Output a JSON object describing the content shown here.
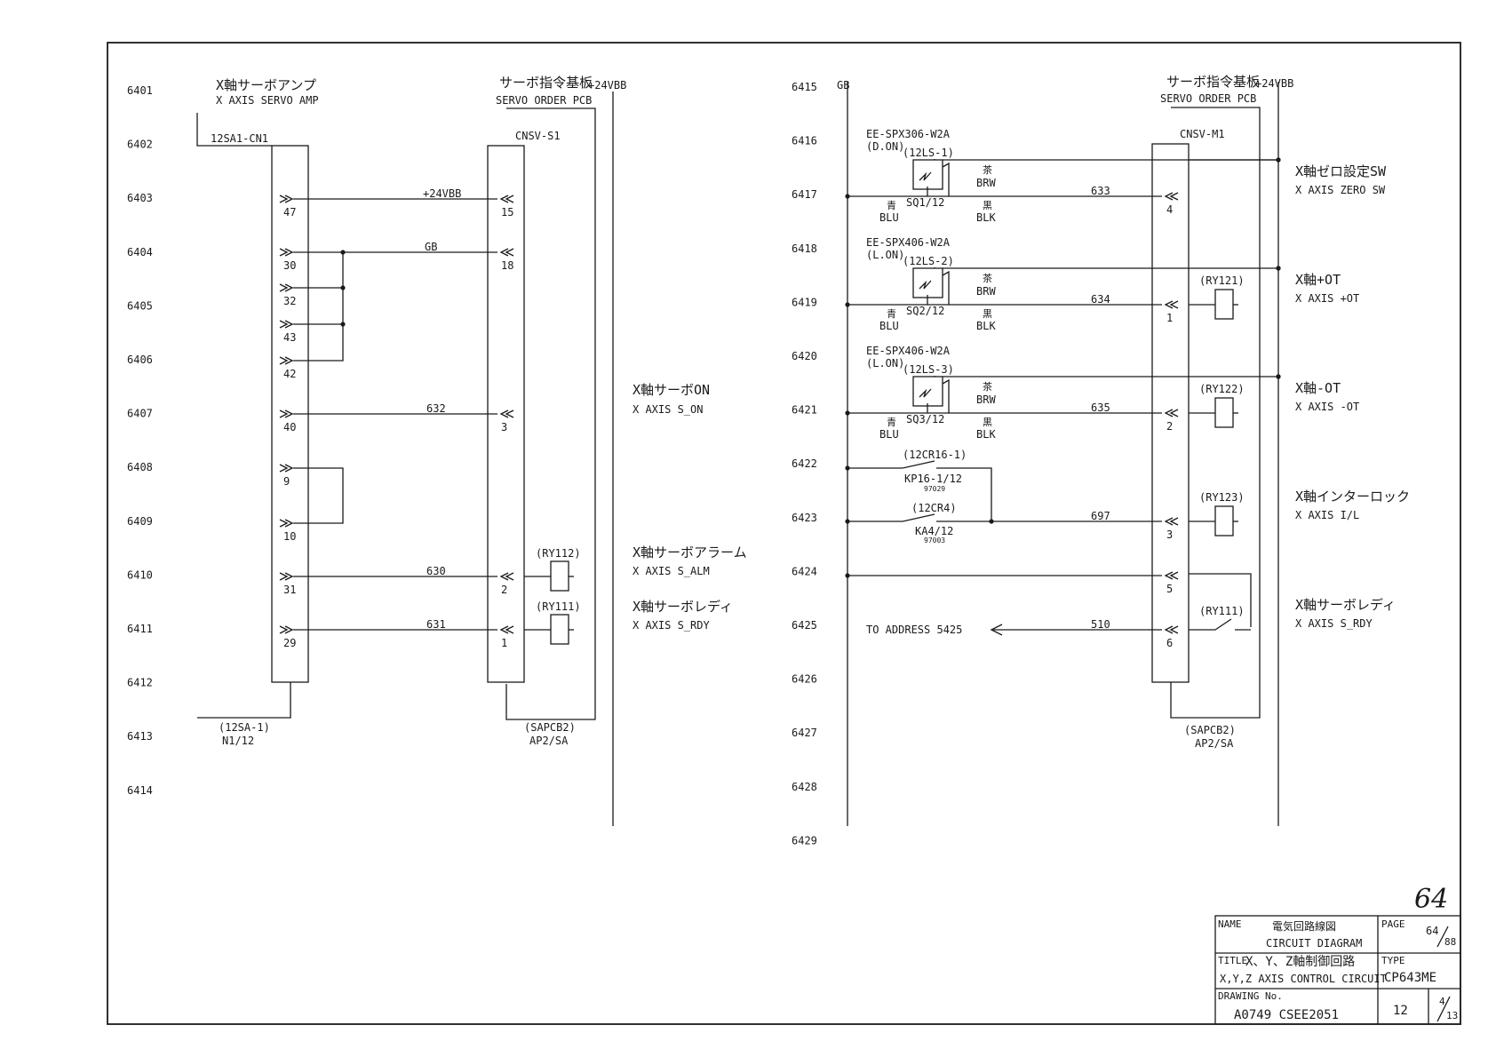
{
  "left": {
    "rows": [
      "6401",
      "6402",
      "6403",
      "6404",
      "6405",
      "6406",
      "6407",
      "6408",
      "6409",
      "6410",
      "6411",
      "6412",
      "6413",
      "6414"
    ],
    "amp_title_jp": "X軸サーボアンプ",
    "amp_title_en": "X AXIS SERVO AMP",
    "amp_connector": "12SA1-CN1",
    "amp_ref_1": "(12SA-1)",
    "amp_ref_2": "N1/12",
    "amp_pins": [
      "47",
      "30",
      "32",
      "43",
      "42",
      "40",
      "9",
      "10",
      "31",
      "29"
    ],
    "pcb_title_jp": "サーボ指令基板",
    "pcb_title_en": "SERVO ORDER PCB",
    "pcb_power": "+24VBB",
    "pcb_connector": "CNSV-S1",
    "pcb_pins": [
      "15",
      "18",
      "3",
      "2",
      "1"
    ],
    "pcb_ref_1": "(SAPCB2)",
    "pcb_ref_2": "AP2/SA",
    "wires": [
      "+24VBB",
      "GB",
      "632",
      "630",
      "631"
    ],
    "relays": [
      "(RY112)",
      "(RY111)"
    ],
    "signals": [
      {
        "jp": "X軸サーボON",
        "en": "X AXIS S_ON"
      },
      {
        "jp": "X軸サーボアラーム",
        "en": "X AXIS S_ALM"
      },
      {
        "jp": "X軸サーボレディ",
        "en": "X AXIS S_RDY"
      }
    ]
  },
  "right": {
    "rows": [
      "6415",
      "6416",
      "6417",
      "6418",
      "6419",
      "6420",
      "6421",
      "6422",
      "6423",
      "6424",
      "6425",
      "6426",
      "6427",
      "6428",
      "6429"
    ],
    "gb": "GB",
    "pcb_title_jp": "サーボ指令基板",
    "pcb_title_en": "SERVO ORDER PCB",
    "pcb_power": "+24VBB",
    "pcb_connector": "CNSV-M1",
    "pcb_pins": [
      "4",
      "1",
      "2",
      "3",
      "5",
      "6"
    ],
    "pcb_ref_1": "(SAPCB2)",
    "pcb_ref_2": "AP2/SA",
    "sensors": [
      {
        "model": "EE-SPX306-W2A",
        "mode": "(D.ON)",
        "ref": "(12LS-1)",
        "sq": "SQ1/12"
      },
      {
        "model": "EE-SPX406-W2A",
        "mode": "(L.ON)",
        "ref": "(12LS-2)",
        "sq": "SQ2/12"
      },
      {
        "model": "EE-SPX406-W2A",
        "mode": "(L.ON)",
        "ref": "(12LS-3)",
        "sq": "SQ3/12"
      }
    ],
    "color_brown_jp": "茶",
    "color_brown": "BRW",
    "color_blue_jp": "青",
    "color_blue": "BLU",
    "color_black_jp": "黒",
    "color_black": "BLK",
    "wires": [
      "633",
      "634",
      "635",
      "697",
      "510"
    ],
    "contacts": [
      {
        "ref": "(12CR16-1)",
        "name": "KP16-1/12",
        "sub": "97029"
      },
      {
        "ref": "(12CR4)",
        "name": "KA4/12",
        "sub": "97003"
      }
    ],
    "relays": [
      "(RY121)",
      "(RY122)",
      "(RY123)",
      "(RY111)"
    ],
    "to_address": "TO ADDRESS 5425",
    "signals": [
      {
        "jp": "X軸ゼロ設定SW",
        "en": "X AXIS ZERO SW"
      },
      {
        "jp": "X軸+OT",
        "en": "X AXIS +OT"
      },
      {
        "jp": "X軸-OT",
        "en": "X AXIS -OT"
      },
      {
        "jp": "X軸インターロック",
        "en": "X AXIS I/L"
      },
      {
        "jp": "X軸サーボレディ",
        "en": "X AXIS S_RDY"
      }
    ]
  },
  "title_block": {
    "handwritten_page": "64",
    "name_label": "NAME",
    "name_jp": "電気回路線図",
    "name_en": "CIRCUIT DIAGRAM",
    "page_label": "PAGE",
    "page_num": "64",
    "page_total": "88",
    "title_label": "TITLE",
    "title_jp": "X、Y、Z軸制御回路",
    "title_en": "X,Y,Z AXIS CONTROL CIRCUIT",
    "type_label": "TYPE",
    "type_value": "CP643ME",
    "drawing_label": "DRAWING No.",
    "drawing_no": "A0749 CSEE2051",
    "sheet": "12",
    "sub_num": "4",
    "sub_total": "13"
  }
}
